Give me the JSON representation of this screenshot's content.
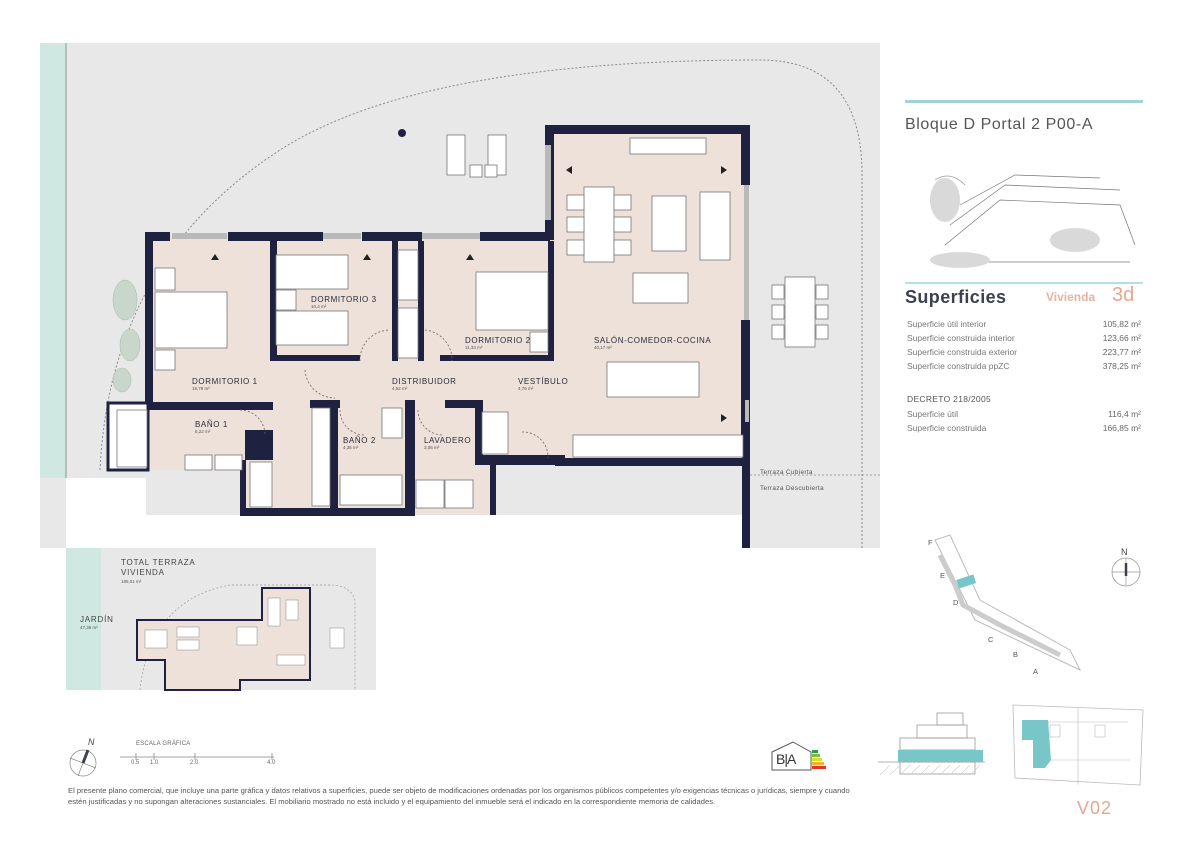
{
  "header": {
    "unit_title": "Bloque D Portal 2 P00-A",
    "accent_color": "#9fd3d6",
    "highlight_color": "#e3a88f"
  },
  "superficies": {
    "title": "Superficies",
    "vivienda_label": "Vivienda",
    "vivienda_type": "3d",
    "rows": [
      {
        "label": "Superficie útil interior",
        "value": "105,82 m²"
      },
      {
        "label": "Superficie construida interior",
        "value": "123,66 m²"
      },
      {
        "label": "Superficie construida exterior",
        "value": "223,77 m²"
      },
      {
        "label": "Superficie construida ppZC",
        "value": "378,25 m²"
      }
    ],
    "decreto": {
      "title": "DECRETO 218/2005",
      "rows": [
        {
          "label": "Superficie útil",
          "value": "116,4 m²"
        },
        {
          "label": "Superficie construida",
          "value": "166,85 m²"
        }
      ]
    }
  },
  "plan": {
    "rooms": [
      {
        "name": "DORMITORIO 1",
        "area": "19,78 m²"
      },
      {
        "name": "DORMITORIO 3",
        "area": "10,4 m²"
      },
      {
        "name": "DORMITORIO 2",
        "area": "11,33 m²"
      },
      {
        "name": "DISTRIBUIDOR",
        "area": "4,52 m²"
      },
      {
        "name": "VESTÍBULO",
        "area": "4,76 m²"
      },
      {
        "name": "SALÓN-COMEDOR-COCINA",
        "area": "40,17 m²"
      },
      {
        "name": "BAÑO 1",
        "area": "6,22 m²"
      },
      {
        "name": "BAÑO 2",
        "area": "4,35 m²"
      },
      {
        "name": "LAVADERO",
        "area": "3,06 m²"
      }
    ],
    "terrace_labels": {
      "covered": "Terraza Cubierta",
      "uncovered": "Terraza Descubierta"
    }
  },
  "mini_plan": {
    "total_terrace_label_1": "TOTAL  TERRAZA",
    "total_terrace_label_2": "VIVIENDA",
    "total_terrace_area": "185,01 m²",
    "garden_label": "JARDÍN",
    "garden_area": "47,36 m²"
  },
  "scale": {
    "title": "ESCALA GRÁFICA",
    "ticks": [
      "0.5",
      "1.0",
      "2.0",
      "4.0"
    ],
    "north": "N"
  },
  "energy_label": {
    "letters": "B|A"
  },
  "site_map": {
    "blocks": [
      "F",
      "E",
      "D",
      "C",
      "B",
      "A"
    ],
    "north": "N"
  },
  "unit_code": "V02",
  "disclaimer": "El presente plano comercial, que incluye una parte gráfica y datos relativos a superficies, puede ser objeto de modificaciones ordenadas por los organismos públicos competentes y/o exigencias técnicas o jurídicas, siempre y cuando estén justificadas y no supongan alteraciones sustanciales. El mobiliario mostrado no está incluido y el equipamiento del inmueble será el indicado en la correspondiente memoria de calidades."
}
